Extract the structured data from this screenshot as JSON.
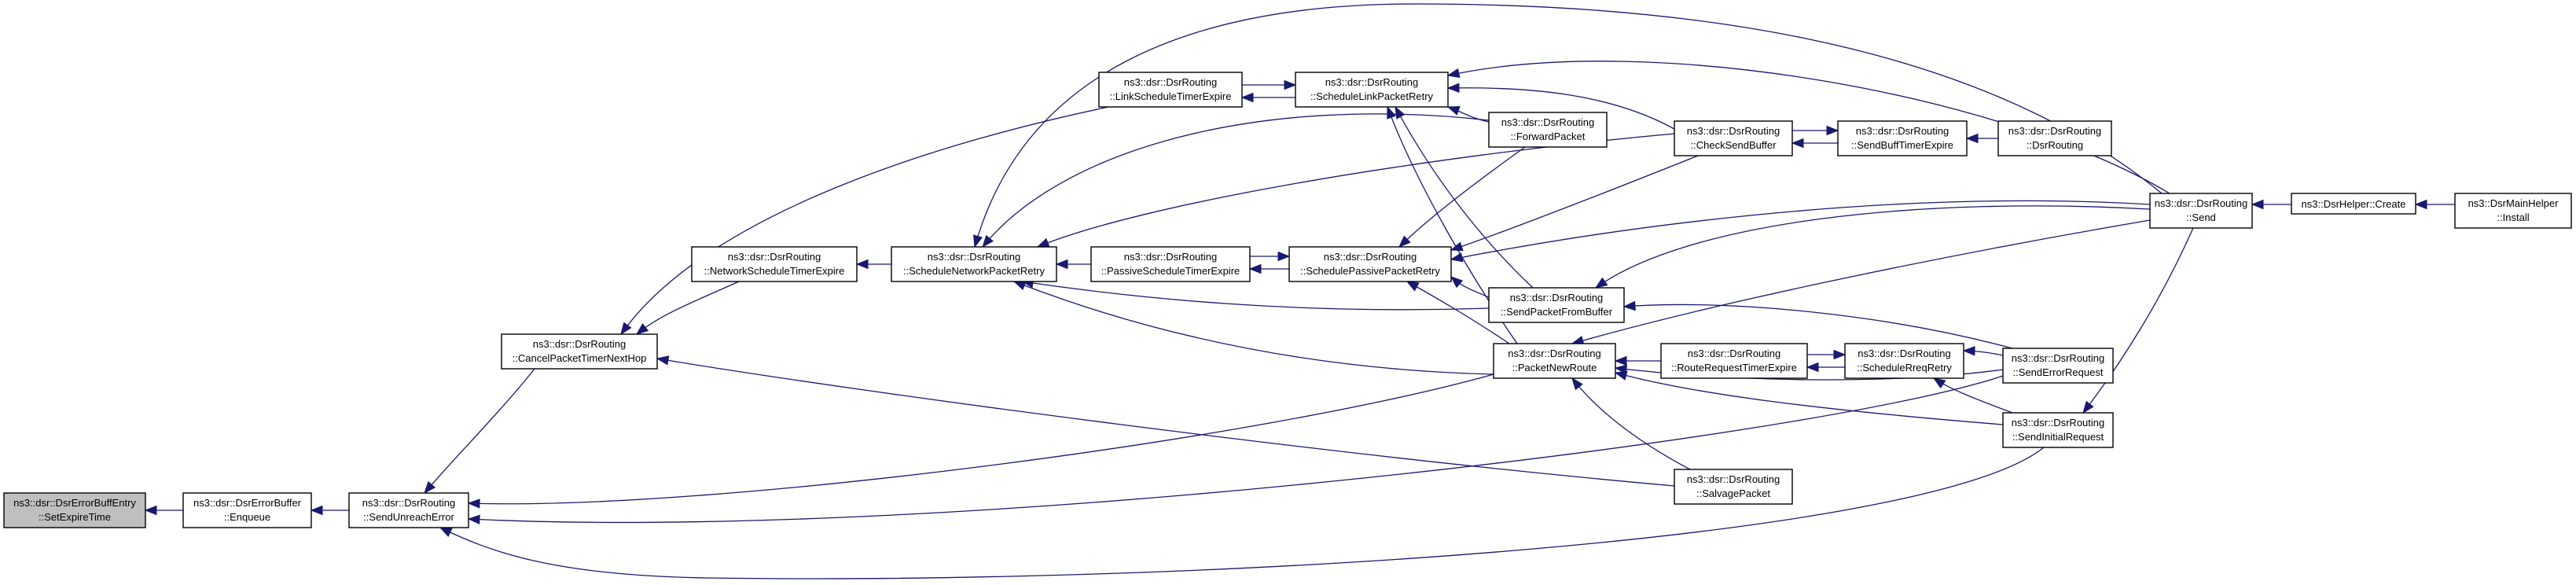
{
  "nodes": [
    {
      "id": "n_setexpire",
      "line1": "ns3::dsr::DsrErrorBuffEntry",
      "line2": "::SetExpireTime"
    },
    {
      "id": "n_enqueue",
      "line1": "ns3::dsr::DsrErrorBuffer",
      "line2": "::Enqueue"
    },
    {
      "id": "n_sendunreach",
      "line1": "ns3::dsr::DsrRouting",
      "line2": "::SendUnreachError"
    },
    {
      "id": "n_cancelnexthop",
      "line1": "ns3::dsr::DsrRouting",
      "line2": "::CancelPacketTimerNextHop"
    },
    {
      "id": "n_netschedexpire",
      "line1": "ns3::dsr::DsrRouting",
      "line2": "::NetworkScheduleTimerExpire"
    },
    {
      "id": "n_schednetretry",
      "line1": "ns3::dsr::DsrRouting",
      "line2": "::ScheduleNetworkPacketRetry"
    },
    {
      "id": "n_linkschedexpire",
      "line1": "ns3::dsr::DsrRouting",
      "line2": "::LinkScheduleTimerExpire"
    },
    {
      "id": "n_schedlinkretry",
      "line1": "ns3::dsr::DsrRouting",
      "line2": "::ScheduleLinkPacketRetry"
    },
    {
      "id": "n_passschedexpire",
      "line1": "ns3::dsr::DsrRouting",
      "line2": "::PassiveScheduleTimerExpire"
    },
    {
      "id": "n_schedpassretry",
      "line1": "ns3::dsr::DsrRouting",
      "line2": "::SchedulePassivePacketRetry"
    },
    {
      "id": "n_forwardpacket",
      "line1": "ns3::dsr::DsrRouting",
      "line2": "::ForwardPacket"
    },
    {
      "id": "n_sendfrombuffer",
      "line1": "ns3::dsr::DsrRouting",
      "line2": "::SendPacketFromBuffer"
    },
    {
      "id": "n_packetnewroute",
      "line1": "ns3::dsr::DsrRouting",
      "line2": "::PacketNewRoute"
    },
    {
      "id": "n_salvage",
      "line1": "ns3::dsr::DsrRouting",
      "line2": "::SalvagePacket"
    },
    {
      "id": "n_checksendbuffer",
      "line1": "ns3::dsr::DsrRouting",
      "line2": "::CheckSendBuffer"
    },
    {
      "id": "n_sendbuffexpire",
      "line1": "ns3::dsr::DsrRouting",
      "line2": "::SendBuffTimerExpire"
    },
    {
      "id": "n_dsrrouting",
      "line1": "ns3::dsr::DsrRouting",
      "line2": "::DsrRouting"
    },
    {
      "id": "n_rreqexpire",
      "line1": "ns3::dsr::DsrRouting",
      "line2": "::RouteRequestTimerExpire"
    },
    {
      "id": "n_schedrreqretry",
      "line1": "ns3::dsr::DsrRouting",
      "line2": "::ScheduleRreqRetry"
    },
    {
      "id": "n_senderrorreq",
      "line1": "ns3::dsr::DsrRouting",
      "line2": "::SendErrorRequest"
    },
    {
      "id": "n_sendinitialreq",
      "line1": "ns3::dsr::DsrRouting",
      "line2": "::SendInitialRequest"
    },
    {
      "id": "n_send",
      "line1": "ns3::dsr::DsrRouting",
      "line2": "::Send"
    },
    {
      "id": "n_helpercreate",
      "line1": "ns3::DsrHelper::Create",
      "line2": ""
    },
    {
      "id": "n_mainhelper",
      "line1": "ns3::DsrMainHelper",
      "line2": "::Install"
    }
  ],
  "edges": [
    {
      "from": "n_enqueue",
      "to": "n_setexpire"
    },
    {
      "from": "n_sendunreach",
      "to": "n_enqueue"
    },
    {
      "from": "n_cancelnexthop",
      "to": "n_sendunreach"
    },
    {
      "from": "n_packetnewroute",
      "to": "n_sendunreach"
    },
    {
      "from": "n_senderrorreq",
      "to": "n_sendunreach"
    },
    {
      "from": "n_sendinitialreq",
      "to": "n_sendunreach"
    },
    {
      "from": "n_linkschedexpire",
      "to": "n_cancelnexthop"
    },
    {
      "from": "n_netschedexpire",
      "to": "n_cancelnexthop"
    },
    {
      "from": "n_salvage",
      "to": "n_cancelnexthop"
    },
    {
      "from": "n_schednetretry",
      "to": "n_netschedexpire"
    },
    {
      "from": "n_passschedexpire",
      "to": "n_schednetretry"
    },
    {
      "from": "n_forwardpacket",
      "to": "n_schednetretry"
    },
    {
      "from": "n_checksendbuffer",
      "to": "n_schednetretry"
    },
    {
      "from": "n_sendfrombuffer",
      "to": "n_schednetretry"
    },
    {
      "from": "n_packetnewroute",
      "to": "n_schednetretry"
    },
    {
      "from": "n_send",
      "to": "n_schednetretry"
    },
    {
      "from": "n_schedlinkretry",
      "to": "n_linkschedexpire"
    },
    {
      "from": "n_linkschedexpire",
      "to": "n_schedlinkretry"
    },
    {
      "from": "n_forwardpacket",
      "to": "n_schedlinkretry"
    },
    {
      "from": "n_checksendbuffer",
      "to": "n_schedlinkretry"
    },
    {
      "from": "n_sendfrombuffer",
      "to": "n_schedlinkretry"
    },
    {
      "from": "n_packetnewroute",
      "to": "n_schedlinkretry"
    },
    {
      "from": "n_send",
      "to": "n_schedlinkretry"
    },
    {
      "from": "n_schedpassretry",
      "to": "n_passschedexpire"
    },
    {
      "from": "n_passschedexpire",
      "to": "n_schedpassretry"
    },
    {
      "from": "n_forwardpacket",
      "to": "n_schedpassretry"
    },
    {
      "from": "n_checksendbuffer",
      "to": "n_schedpassretry"
    },
    {
      "from": "n_sendfrombuffer",
      "to": "n_schedpassretry"
    },
    {
      "from": "n_packetnewroute",
      "to": "n_schedpassretry"
    },
    {
      "from": "n_send",
      "to": "n_schedpassretry"
    },
    {
      "from": "n_sendbuffexpire",
      "to": "n_checksendbuffer"
    },
    {
      "from": "n_checksendbuffer",
      "to": "n_sendbuffexpire"
    },
    {
      "from": "n_dsrrouting",
      "to": "n_sendbuffexpire"
    },
    {
      "from": "n_send",
      "to": "n_sendfrombuffer"
    },
    {
      "from": "n_senderrorreq",
      "to": "n_sendfrombuffer"
    },
    {
      "from": "n_rreqexpire",
      "to": "n_packetnewroute"
    },
    {
      "from": "n_salvage",
      "to": "n_packetnewroute"
    },
    {
      "from": "n_senderrorreq",
      "to": "n_packetnewroute"
    },
    {
      "from": "n_sendinitialreq",
      "to": "n_packetnewroute"
    },
    {
      "from": "n_send",
      "to": "n_packetnewroute"
    },
    {
      "from": "n_schedrreqretry",
      "to": "n_rreqexpire"
    },
    {
      "from": "n_rreqexpire",
      "to": "n_schedrreqretry"
    },
    {
      "from": "n_senderrorreq",
      "to": "n_schedrreqretry"
    },
    {
      "from": "n_sendinitialreq",
      "to": "n_schedrreqretry"
    },
    {
      "from": "n_send",
      "to": "n_sendinitialreq"
    },
    {
      "from": "n_helpercreate",
      "to": "n_send"
    },
    {
      "from": "n_mainhelper",
      "to": "n_helpercreate"
    }
  ]
}
